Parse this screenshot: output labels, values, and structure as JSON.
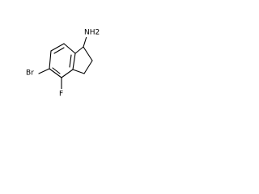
{
  "molecule": {
    "atoms": {
      "amine": "NH2",
      "bromine": "Br",
      "fluorine": "F"
    }
  }
}
